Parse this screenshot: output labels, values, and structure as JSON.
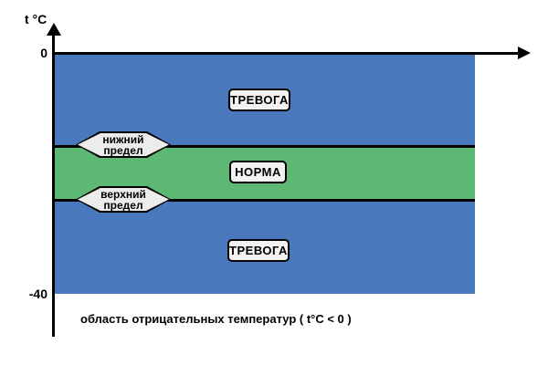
{
  "axis": {
    "y_label": "t °C",
    "tick_top": "0",
    "tick_bottom": "-40"
  },
  "zones": {
    "alarm_top_label": "ТРЕВОГА",
    "norm_label": "НОРМА",
    "alarm_bottom_label": "ТРЕВОГА"
  },
  "limits": {
    "lower": {
      "line1": "нижний",
      "line2": "предел"
    },
    "upper": {
      "line1": "верхний",
      "line2": "предел"
    }
  },
  "caption": "область отрицательных температур ( t°C < 0 )",
  "colors": {
    "alarm_zone": "#4a78bc",
    "norm_zone": "#5db873",
    "axis": "#000000",
    "label_fill": "#f2f2f2",
    "hexagon_fill": "#ececec"
  }
}
